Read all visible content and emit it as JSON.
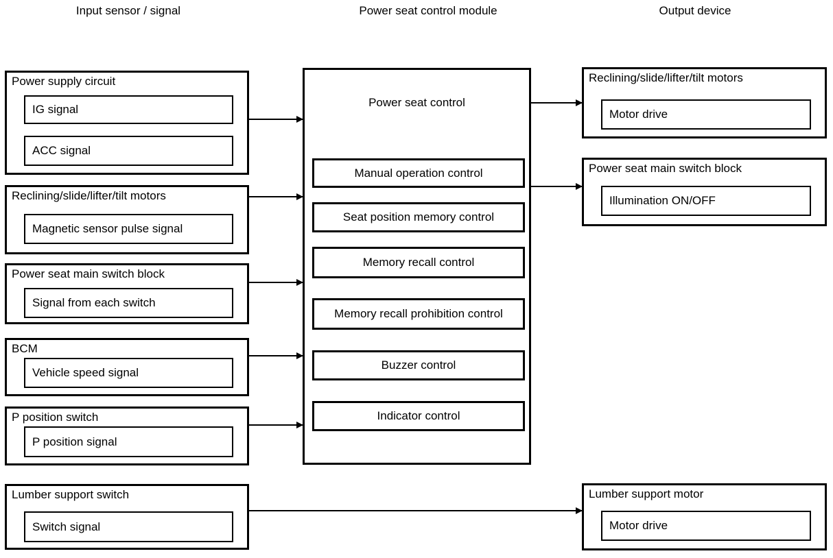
{
  "headers": {
    "input": "Input sensor / signal",
    "module": "Power seat control module",
    "output": "Output device"
  },
  "input_blocks": [
    {
      "title": "Power supply circuit",
      "signals": [
        "IG signal",
        "ACC signal"
      ]
    },
    {
      "title": "Reclining/slide/lifter/tilt motors",
      "signals": [
        "Magnetic sensor pulse signal"
      ]
    },
    {
      "title": "Power seat main switch block",
      "signals": [
        "Signal from each switch"
      ]
    },
    {
      "title": "BCM",
      "signals": [
        "Vehicle speed signal"
      ]
    },
    {
      "title": "P position switch",
      "signals": [
        "P position signal"
      ]
    },
    {
      "title": "Lumber support switch",
      "signals": [
        "Switch signal"
      ]
    }
  ],
  "control_module": {
    "title": "Power seat control",
    "functions": [
      "Manual operation control",
      "Seat position memory control",
      "Memory recall control",
      "Memory recall prohibition control",
      "Buzzer control",
      "Indicator control"
    ]
  },
  "output_blocks": [
    {
      "title": "Reclining/slide/lifter/tilt motors",
      "signals": [
        "Motor drive"
      ]
    },
    {
      "title": "Power seat main switch block",
      "signals": [
        "Illumination ON/OFF"
      ]
    },
    {
      "title": "Lumber support motor",
      "signals": [
        "Motor drive"
      ]
    }
  ],
  "colors": {
    "line": "#000000",
    "background": "#ffffff"
  }
}
